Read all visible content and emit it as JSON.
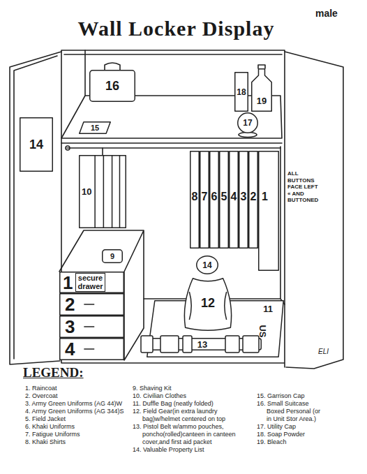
{
  "diagram": {
    "title": "Wall Locker Display",
    "nodes": [
      {
        "text": [
          "16"
        ]
      },
      {
        "text": [
          "18"
        ]
      },
      {
        "text": [
          "19"
        ]
      },
      {
        "text": [
          "14"
        ]
      },
      {
        "text": [
          "15"
        ]
      },
      {
        "text": [
          "17"
        ]
      },
      {
        "text": [
          "10"
        ]
      },
      {
        "text": [
          "8"
        ]
      },
      {
        "text": [
          "7"
        ]
      },
      {
        "text": [
          "6"
        ]
      },
      {
        "text": [
          "5"
        ]
      },
      {
        "text": [
          "4"
        ]
      },
      {
        "text": [
          "3"
        ]
      },
      {
        "text": [
          "2"
        ]
      },
      {
        "text": [
          "1"
        ]
      },
      {
        "text": [
          "9"
        ]
      },
      {
        "text": [
          "14"
        ]
      },
      {
        "text": [
          "1",
          "secure drawer"
        ]
      },
      {
        "text": [
          "12"
        ]
      },
      {
        "text": [
          "2"
        ]
      },
      {
        "text": [
          "11",
          "US"
        ]
      },
      {
        "text": [
          "3"
        ]
      },
      {
        "text": [
          "4"
        ]
      },
      {
        "text": [
          "13"
        ]
      }
    ],
    "labels": [
      "male",
      "ALL BUTTONS FACE LEFT « AND BUTTONED",
      "US",
      "ELI",
      "LEGEND:"
    ],
    "legend": [
      {
        "text": "1. Raincoat"
      },
      {
        "text": "2. Overcoat"
      },
      {
        "text": "3. Army Green Uniforms (AG 44)W"
      },
      {
        "text": "4. Army Green Uniforms (AG 344)S"
      },
      {
        "text": "5. Field Jacket"
      },
      {
        "text": "6. Khaki Uniforms"
      },
      {
        "text": "7. Fatigue Uniforms"
      },
      {
        "text": "8. Khaki Shirts"
      },
      {
        "text": "9. Shaving Kit"
      },
      {
        "text": "10. Civilian Clothes"
      },
      {
        "text": "11. Duffle Bag (neatly folded)"
      },
      {
        "text": "12. Field Gear(in extra laundry bag)w/helmet centered on top"
      },
      {
        "text": "13. Pistol Belt w/ammo pouches, poncho(rolled)canteen in canteen cover,and first aid packet"
      },
      {
        "text": "14. Valuable Property List"
      },
      {
        "text": "15. Garrison Cap"
      },
      {
        "text": "16. Small Suitcase Boxed Personal (or in Unit Stor Area.)"
      },
      {
        "text": "17. Utility Cap"
      },
      {
        "text": "18. Soap Powder"
      },
      {
        "text": "19. Bleach"
      }
    ]
  }
}
